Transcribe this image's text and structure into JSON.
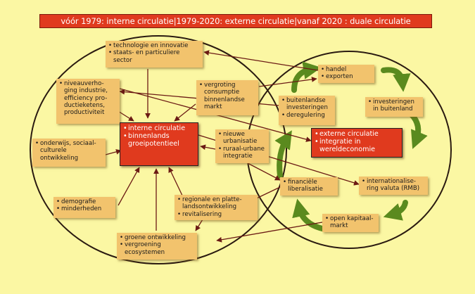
{
  "title": "vóór 1979: interne circulatie|1979-2020: externe circulatie|vanaf 2020 : duale circulatie",
  "colors": {
    "background": "#FBF7A3",
    "box": "#F2C36D",
    "highlight": "#E03A1E",
    "cycle_arrow": "#5A8A1E",
    "line": "#6B1A14"
  },
  "boxes": {
    "tech": [
      "technologie en innovatie",
      "staats- en particuliere sector"
    ],
    "niveau": [
      "niveauverho-ging industrie, efficiency pro-ductieketens, productiviteit"
    ],
    "vergroting": [
      "vergroting consumptie binnenlandse markt"
    ],
    "interne": [
      "interne circulatie",
      "binnenlands groeipotentieel"
    ],
    "onderwijs": [
      "onderwijs, sociaal-culturele ontwikkeling"
    ],
    "urbanisatie": [
      "nieuwe urbanisatie",
      "ruraal-urbane integratie"
    ],
    "demografie": [
      "demografie",
      "minderheden"
    ],
    "regionale": [
      "regionale en platte-landsontwikkeling",
      "revitalisering"
    ],
    "groene": [
      "groene ontwikkeling",
      "vergroening ecosystemen"
    ],
    "handel": [
      "handel",
      "exporten"
    ],
    "buitenlandse": [
      "buitenlandse investeringen",
      "deregulering"
    ],
    "investeringen": [
      "investeringen in buitenland"
    ],
    "externe": [
      "externe circulatie",
      "integratie in wereldeconomie"
    ],
    "financiele": [
      "financiële liberalisatie"
    ],
    "valuta": [
      "internationalise-ring valuta (RMB)"
    ],
    "kapitaal": [
      "open kapitaal-markt"
    ]
  }
}
